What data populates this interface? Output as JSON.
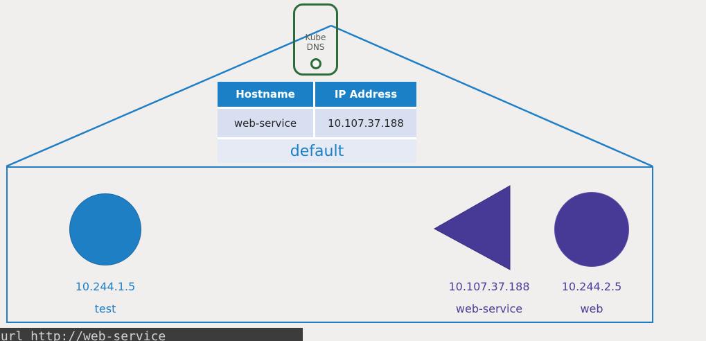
{
  "kube_dns": {
    "line1": "Kube",
    "line2": "DNS"
  },
  "table": {
    "headers": [
      "Hostname",
      "IP Address"
    ],
    "row": {
      "hostname": "web-service",
      "ip": "10.107.37.188"
    },
    "footer": "default"
  },
  "entities": [
    {
      "name": "test",
      "ip": "10.244.1.5",
      "shape": "circle",
      "color": "#1f7fc4"
    },
    {
      "name": "web-service",
      "ip": "10.107.37.188",
      "shape": "triangle",
      "color": "#473a96"
    },
    {
      "name": "web",
      "ip": "10.244.2.5",
      "shape": "circle",
      "color": "#473a96"
    }
  ],
  "terminal": {
    "command": "curl http://web-service"
  },
  "colors": {
    "accent_blue": "#1e7ec6",
    "header_blue": "#1b80c5",
    "purple": "#473a96",
    "green": "#2d6b38",
    "table_row_bg": "#d8dff0",
    "table_footer_bg": "#e6eaf5",
    "terminal_bg": "#3d3c3c",
    "background": "#f0efee"
  }
}
